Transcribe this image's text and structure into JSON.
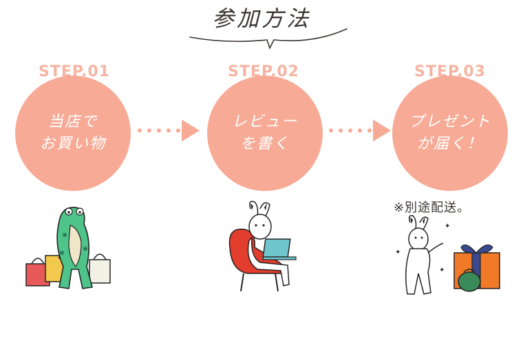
{
  "title": "参加方法",
  "steps": [
    {
      "label": "STEP.01",
      "line1": "当店で",
      "line2": "お買い物"
    },
    {
      "label": "STEP.02",
      "line1": "レビュー",
      "line2": "を書く"
    },
    {
      "label": "STEP.03",
      "line1": "プレゼント",
      "line2": "が届く！"
    }
  ],
  "note": "※別途配送。",
  "colors": {
    "accent": "#f7aa95",
    "label": "#f6b4a2",
    "text": "#3a3330"
  }
}
